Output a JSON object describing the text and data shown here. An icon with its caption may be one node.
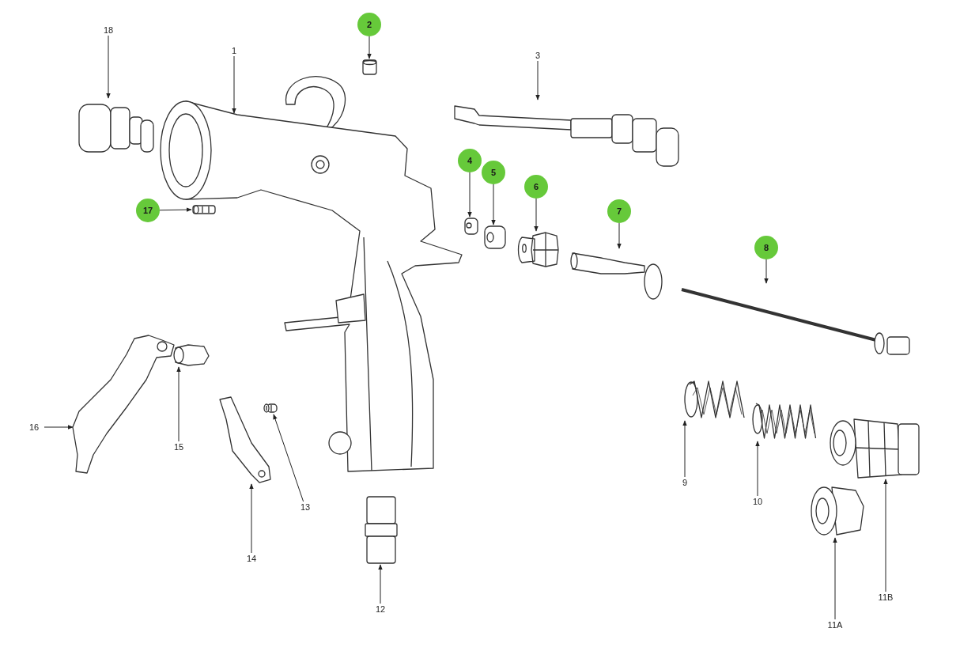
{
  "diagram": {
    "nodes": [
      {
        "text": [
          "1"
        ]
      },
      {
        "text": [],
        "shape": "picture"
      },
      {
        "text": [
          "2"
        ]
      },
      {
        "text": [],
        "shape": "picture"
      },
      {
        "text": [
          "3"
        ]
      },
      {
        "text": [],
        "shape": "picture"
      },
      {
        "text": [
          "4"
        ]
      },
      {
        "text": [],
        "shape": "picture"
      },
      {
        "text": [
          "5"
        ]
      },
      {
        "text": [],
        "shape": "picture"
      },
      {
        "text": [
          "6"
        ]
      },
      {
        "text": [],
        "shape": "picture"
      },
      {
        "text": [
          "7"
        ]
      },
      {
        "text": [],
        "shape": "picture"
      },
      {
        "text": [
          "8"
        ]
      },
      {
        "text": [],
        "shape": "picture"
      },
      {
        "text": [
          "9"
        ]
      },
      {
        "text": [],
        "shape": "picture"
      },
      {
        "text": [
          "10"
        ]
      },
      {
        "text": [],
        "shape": "picture"
      },
      {
        "text": [
          "11A"
        ]
      },
      {
        "text": [],
        "shape": "picture"
      },
      {
        "text": [
          "11B"
        ]
      },
      {
        "text": [],
        "shape": "picture"
      },
      {
        "text": [
          "12"
        ]
      },
      {
        "text": [],
        "shape": "picture"
      },
      {
        "text": [
          "13"
        ]
      },
      {
        "text": [],
        "shape": "picture"
      },
      {
        "text": [
          "14"
        ]
      },
      {
        "text": [],
        "shape": "picture"
      },
      {
        "text": [
          "15"
        ]
      },
      {
        "text": [],
        "shape": "picture"
      },
      {
        "text": [
          "16"
        ]
      },
      {
        "text": [],
        "shape": "picture"
      },
      {
        "text": [
          "17"
        ]
      },
      {
        "text": [],
        "shape": "picture"
      },
      {
        "text": [
          "18"
        ]
      },
      {
        "text": [],
        "shape": "picture"
      }
    ],
    "edges": [
      {
        "from": 0,
        "to": 1,
        "arrow": "to"
      },
      {
        "from": 2,
        "to": 3,
        "arrow": "to"
      },
      {
        "from": 4,
        "to": 5,
        "arrow": "to"
      },
      {
        "from": 6,
        "to": 7,
        "arrow": "to"
      },
      {
        "from": 8,
        "to": 9,
        "arrow": "to"
      },
      {
        "from": 10,
        "to": 11,
        "arrow": "to"
      },
      {
        "from": 12,
        "to": 13,
        "arrow": "to"
      },
      {
        "from": 14,
        "to": 15,
        "arrow": "to"
      },
      {
        "from": 16,
        "to": 17,
        "arrow": "to"
      },
      {
        "from": 18,
        "to": 19,
        "arrow": "to"
      },
      {
        "from": 20,
        "to": 21,
        "arrow": "to"
      },
      {
        "from": 22,
        "to": 23,
        "arrow": "to"
      },
      {
        "from": 24,
        "to": 25,
        "arrow": "to"
      },
      {
        "from": 26,
        "to": 27,
        "arrow": "to"
      },
      {
        "from": 28,
        "to": 29,
        "arrow": "to"
      },
      {
        "from": 30,
        "to": 31,
        "arrow": "to"
      },
      {
        "from": 32,
        "to": 33,
        "arrow": "to"
      },
      {
        "from": 34,
        "to": 35,
        "arrow": "to"
      },
      {
        "from": 36,
        "to": 37,
        "arrow": "to"
      }
    ]
  }
}
